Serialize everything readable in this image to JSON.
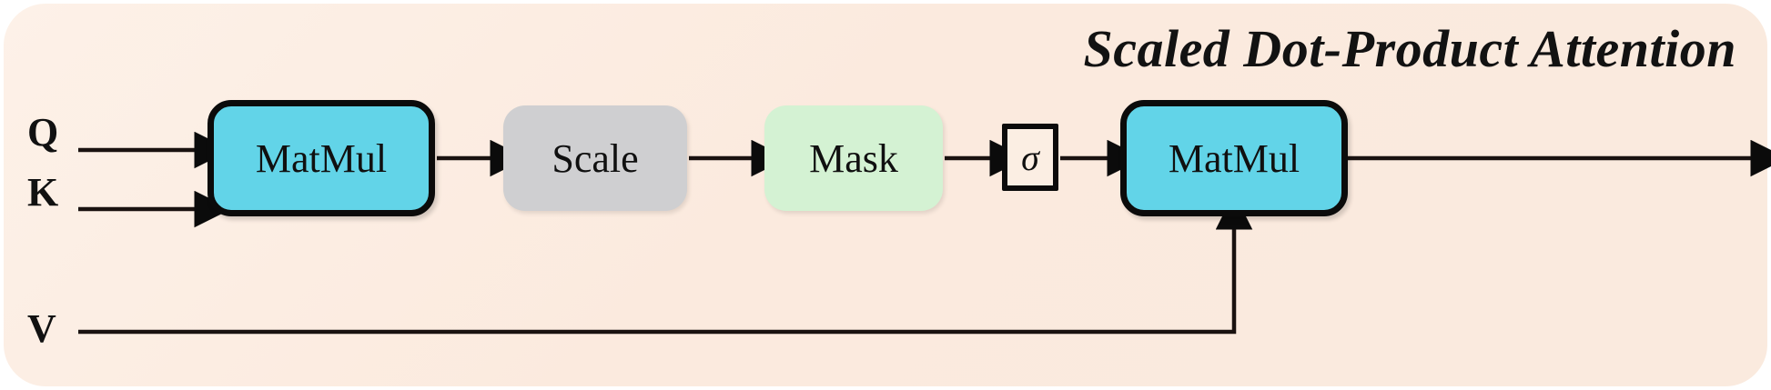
{
  "diagram": {
    "title": "Scaled Dot-Product Attention",
    "panel_color": "#FBEADE",
    "inputs": [
      {
        "id": "q",
        "label": "Q"
      },
      {
        "id": "k",
        "label": "K"
      },
      {
        "id": "v",
        "label": "V"
      }
    ],
    "nodes": [
      {
        "id": "matmul1",
        "label": "MatMul",
        "color": "#62D4E8",
        "bordered": true
      },
      {
        "id": "scale",
        "label": "Scale",
        "color": "#CFCFD1",
        "bordered": false
      },
      {
        "id": "mask",
        "label": "Mask",
        "color": "#D4F2D3",
        "bordered": false
      },
      {
        "id": "sigma",
        "label": "σ",
        "color": "#FBEEE3",
        "bordered": true
      },
      {
        "id": "matmul2",
        "label": "MatMul",
        "color": "#62D4E8",
        "bordered": true
      }
    ],
    "edges": [
      {
        "from": "q",
        "to": "matmul1"
      },
      {
        "from": "k",
        "to": "matmul1"
      },
      {
        "from": "matmul1",
        "to": "scale"
      },
      {
        "from": "scale",
        "to": "mask"
      },
      {
        "from": "mask",
        "to": "sigma"
      },
      {
        "from": "sigma",
        "to": "matmul2"
      },
      {
        "from": "v",
        "to": "matmul2"
      },
      {
        "from": "matmul2",
        "to": "output"
      }
    ]
  }
}
